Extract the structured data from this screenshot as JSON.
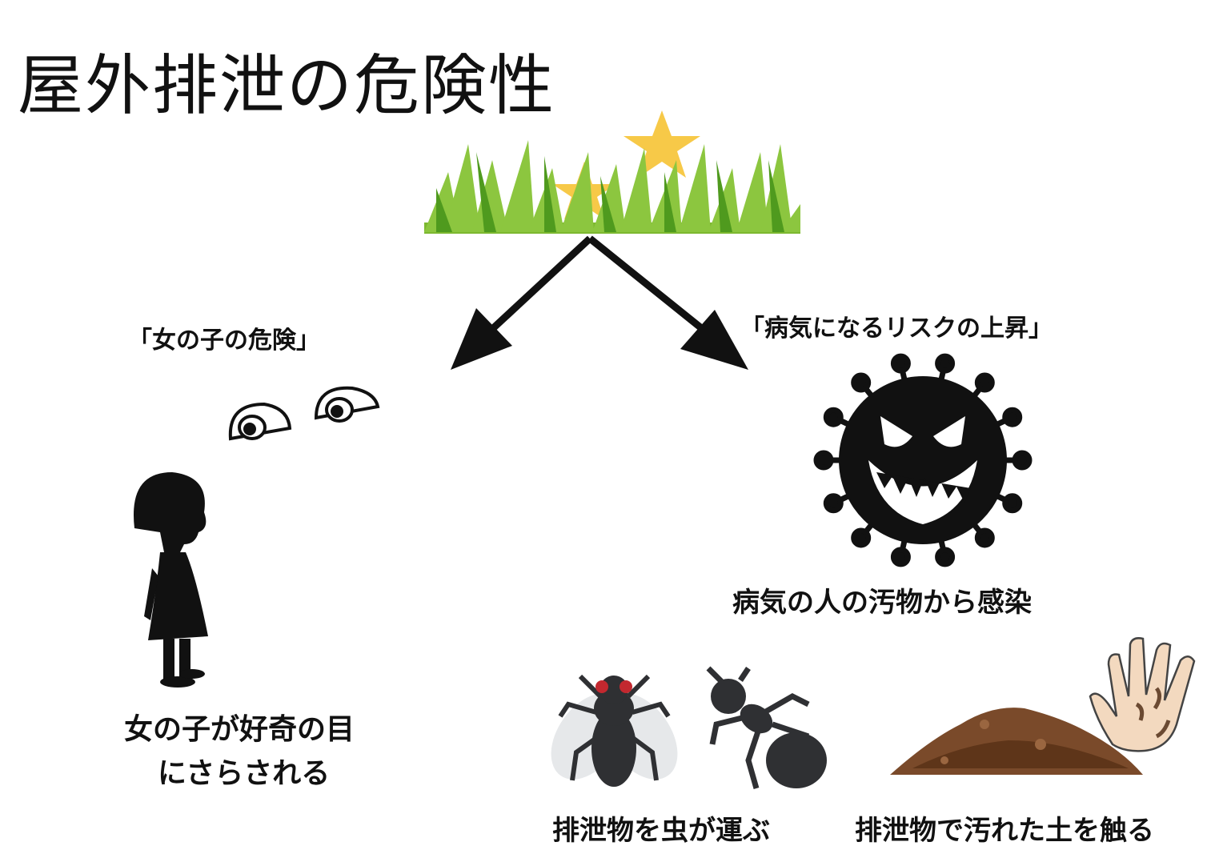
{
  "title": "屋外排泄の危険性",
  "branches": {
    "left": {
      "label": "「女の子の危険」",
      "caption_line1": "女の子が好奇の目",
      "caption_line2": "にさらされる"
    },
    "right": {
      "label": "「病気になるリスクの上昇」",
      "virus_caption": "病気の人の汚物から感染",
      "insect_caption": "排泄物を虫が運ぶ",
      "soil_caption": "排泄物で汚れた土を触る"
    }
  },
  "colors": {
    "grass_light": "#8cc63f",
    "grass_dark": "#4f9a1e",
    "star": "#f7c948",
    "silhouette": "#111111",
    "insect": "#2f3033",
    "soil": "#7a4a2a"
  }
}
